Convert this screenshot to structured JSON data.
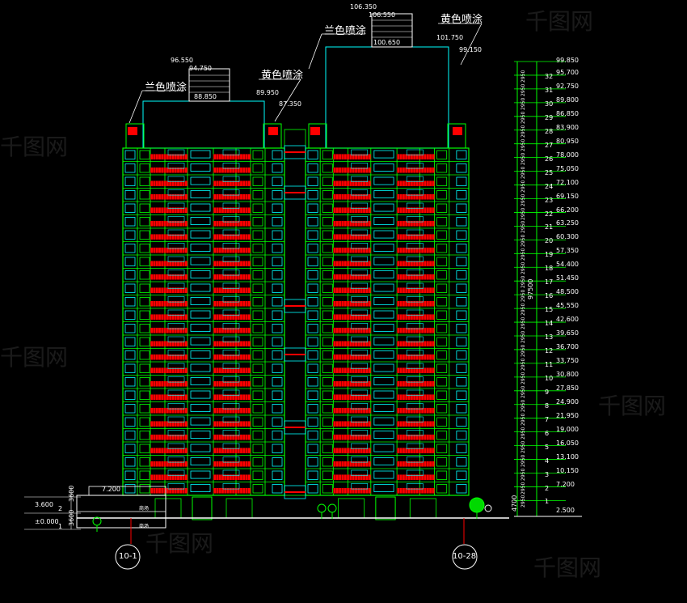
{
  "annotations": {
    "blue_coat_left": "兰色喷涂",
    "yellow_coat_left": "黄色喷涂",
    "blue_coat_right": "兰色喷涂",
    "yellow_coat_right": "黄色喷涂"
  },
  "roof_elevations": {
    "e_106350": "106.350",
    "e_106550": "106.550",
    "e_100650": "100.650",
    "e_101750": "101.750",
    "e_99150": "99.150",
    "e_96550": "96.550",
    "e_94750": "94.750",
    "e_88850": "88.850",
    "e_89950": "89.950",
    "e_87350": "87.350"
  },
  "podium": {
    "elev_top": "7.200",
    "elev_mid": "3.600",
    "elev_ground": "±0.000",
    "dim_1": "3600",
    "dim_2": "3600",
    "floor_1": "1",
    "floor_2": "2",
    "room_label_upper": "商场",
    "room_label_lower": "商场"
  },
  "axes": {
    "left": "10-1",
    "right": "10-28"
  },
  "right_scale": {
    "top": "99.850",
    "total_height": "97500",
    "bottom_dim": "4700",
    "ground": "2.500",
    "floor_module": "2950",
    "floors": [
      {
        "n": "32",
        "e": "95.700"
      },
      {
        "n": "31",
        "e": "92.750"
      },
      {
        "n": "30",
        "e": "89.800"
      },
      {
        "n": "29",
        "e": "86.850"
      },
      {
        "n": "28",
        "e": "83.900"
      },
      {
        "n": "27",
        "e": "80.950"
      },
      {
        "n": "26",
        "e": "78.000"
      },
      {
        "n": "25",
        "e": "75.050"
      },
      {
        "n": "24",
        "e": "72.100"
      },
      {
        "n": "23",
        "e": "69.150"
      },
      {
        "n": "22",
        "e": "66.200"
      },
      {
        "n": "21",
        "e": "63.250"
      },
      {
        "n": "20",
        "e": "60.300"
      },
      {
        "n": "19",
        "e": "57.350"
      },
      {
        "n": "18",
        "e": "54.400"
      },
      {
        "n": "17",
        "e": "51.450"
      },
      {
        "n": "16",
        "e": "48.500"
      },
      {
        "n": "15",
        "e": "45.550"
      },
      {
        "n": "14",
        "e": "42.600"
      },
      {
        "n": "13",
        "e": "39.650"
      },
      {
        "n": "12",
        "e": "36.700"
      },
      {
        "n": "11",
        "e": "33.750"
      },
      {
        "n": "10",
        "e": "30.800"
      },
      {
        "n": "9",
        "e": "27.850"
      },
      {
        "n": "8",
        "e": "24.900"
      },
      {
        "n": "7",
        "e": "21.950"
      },
      {
        "n": "6",
        "e": "19.000"
      },
      {
        "n": "5",
        "e": "16.050"
      },
      {
        "n": "4",
        "e": "13.100"
      },
      {
        "n": "3",
        "e": "10.150"
      },
      {
        "n": "2",
        "e": "7.200"
      },
      {
        "n": "1",
        "e": ""
      }
    ]
  },
  "watermark": "千图网",
  "colors": {
    "background": "#000000",
    "frame": "#00ff00",
    "balcony": "#ff0000",
    "window": "#00ffff",
    "text": "#ffffff"
  }
}
